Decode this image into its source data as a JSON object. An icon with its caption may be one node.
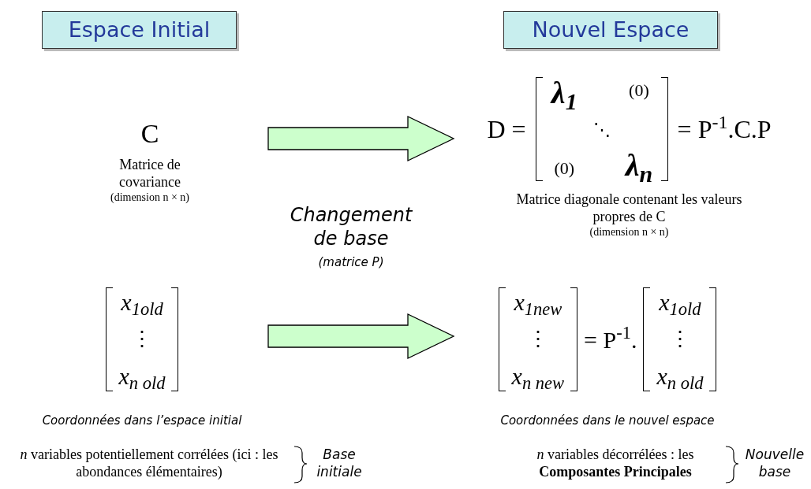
{
  "diagram": {
    "nodes": [
      {
        "text": [
          "Espace Initial"
        ]
      },
      {
        "text": [
          "Nouvel Espace"
        ]
      },
      {
        "text": [
          "C",
          "Matrice de covariance",
          "(dimension n × n)"
        ]
      },
      {
        "text": [
          "D =",
          "λ$_{1}$",
          "(0)",
          "⋱",
          "(0)",
          "λ$_{n}$",
          "= P$^{-1}$.C.P",
          "Matrice diagonale contenant les valeurs propres de C",
          "(dimension n × n)"
        ]
      },
      {
        "text": [
          "x$_{1old}$",
          "⋮",
          "x$_{n old}$",
          "Coordonnées dans l’espace initial"
        ]
      },
      {
        "text": [
          "x$_{1new}$",
          "⋮",
          "x$_{n new}$",
          "= P$^{-1}$.",
          "x$_{1old}$",
          "⋮",
          "x$_{n old}$",
          "Coordonnées dans le nouvel espace"
        ]
      }
    ],
    "edges": [
      {
        "from": 2,
        "to": 3,
        "arrow": "to",
        "style": "thick"
      },
      {
        "from": 4,
        "to": 5,
        "arrow": "to",
        "style": "thick"
      }
    ],
    "labels": [
      "Changement de base",
      "(matrice P)",
      "*n* variables potentiellement corrélées (ici : les abondances élémentaires)",
      "Base initiale",
      "*n* variables décorrélées : les **Composantes Principales**",
      "Nouvelle base"
    ]
  }
}
